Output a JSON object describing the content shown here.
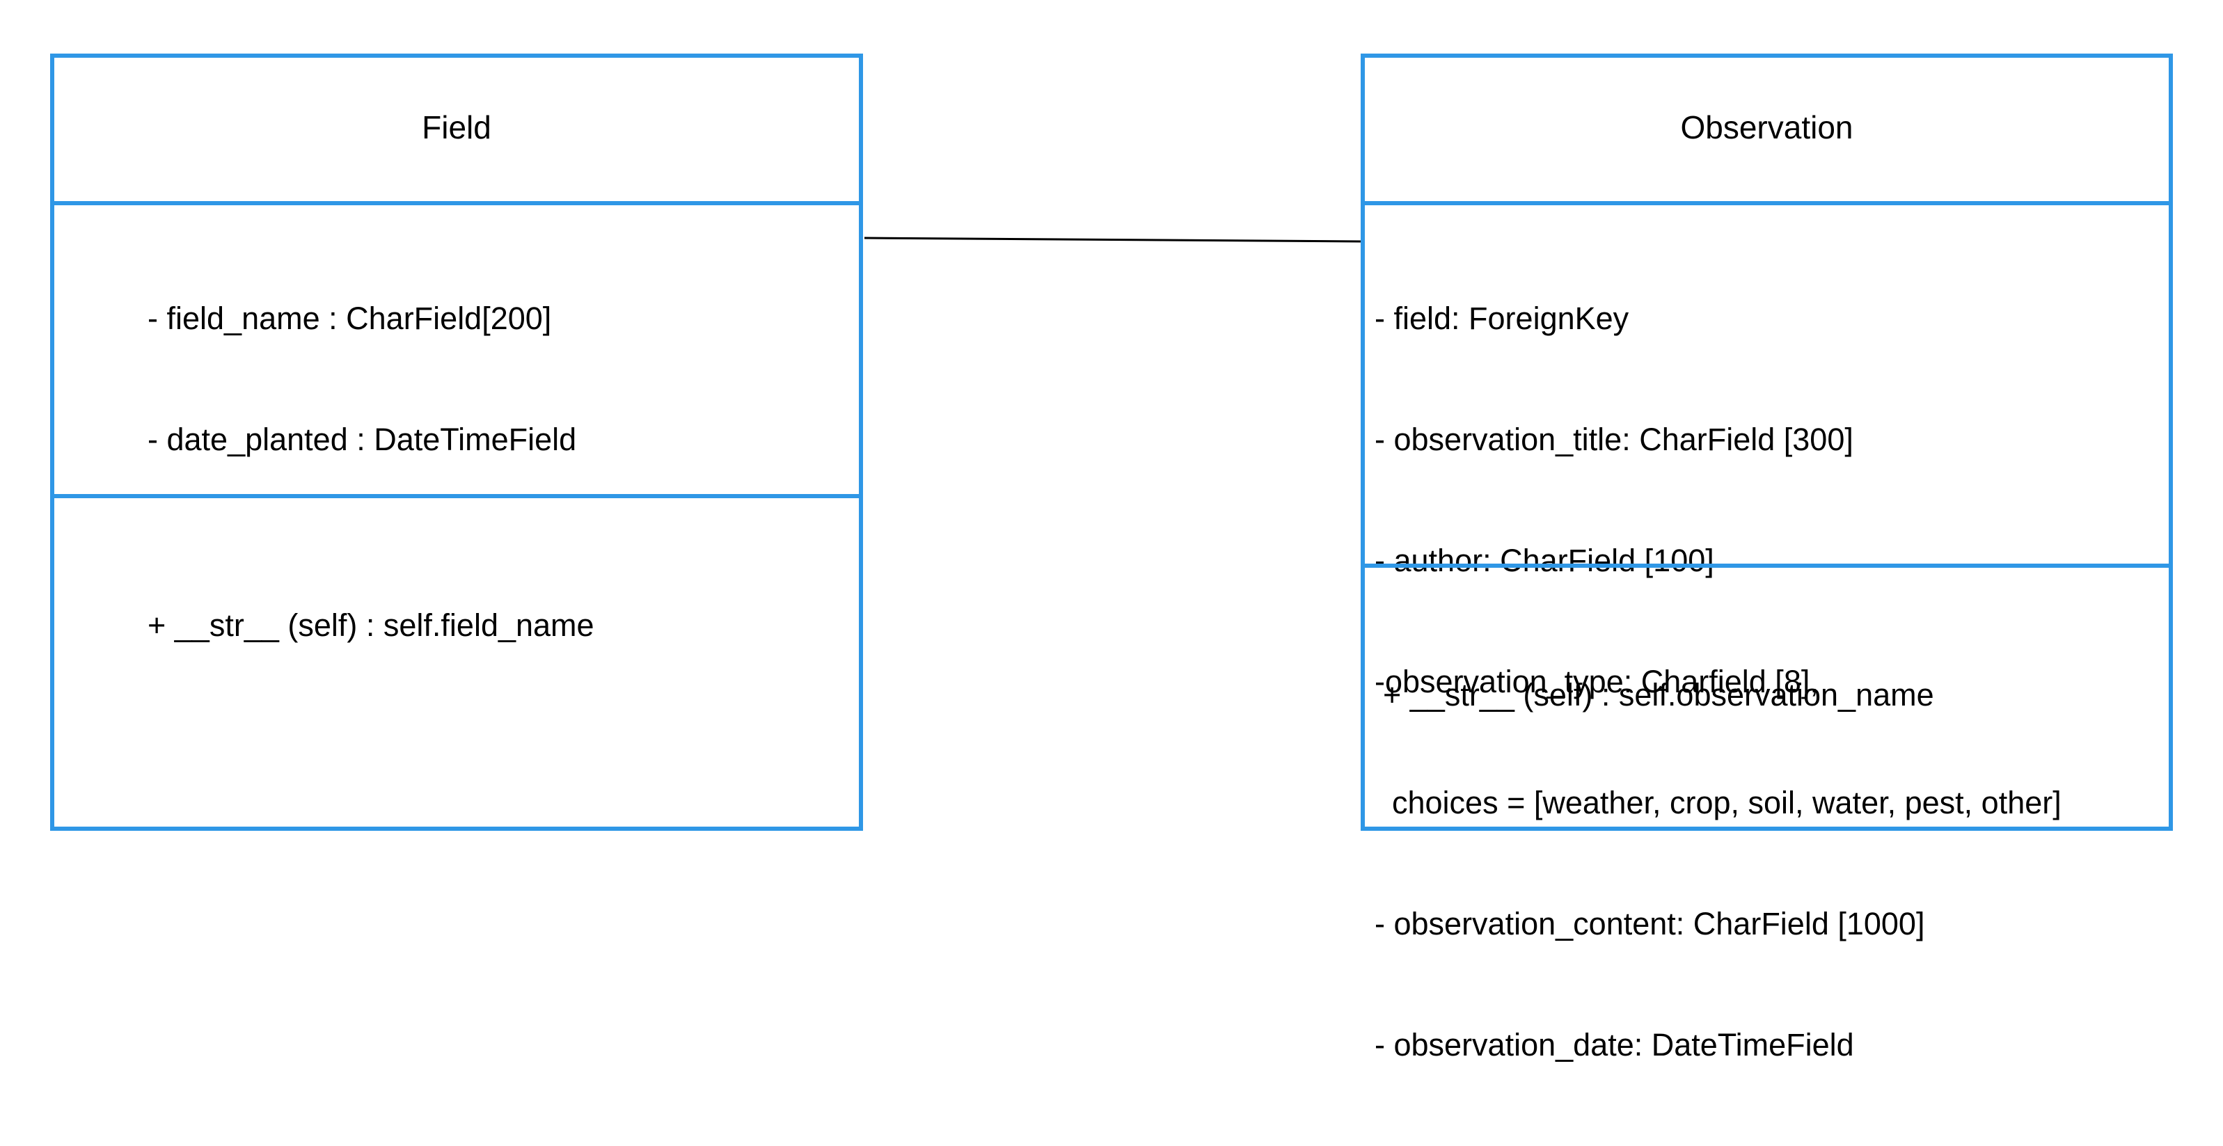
{
  "colors": {
    "border": "#2f97e6",
    "connector": "#000000",
    "text": "#000000",
    "background": "#ffffff"
  },
  "classes": [
    {
      "name": "Field",
      "attributes": [
        "- field_name : CharField[200]",
        "- date_planted : DateTimeField"
      ],
      "methods": [
        "+ __str__ (self) : self.field_name"
      ]
    },
    {
      "name": "Observation",
      "attributes": [
        "- field: ForeignKey",
        "- observation_title: CharField [300]",
        "- author: CharField [100]",
        "-observation_type: Charfield [8],",
        "  choices = [weather, crop, soil, water, pest, other]",
        "- observation_content: CharField [1000]",
        "- observation_date: DateTimeField"
      ],
      "methods": [
        "+ __str__ (self) : self.observation_name"
      ]
    }
  ]
}
